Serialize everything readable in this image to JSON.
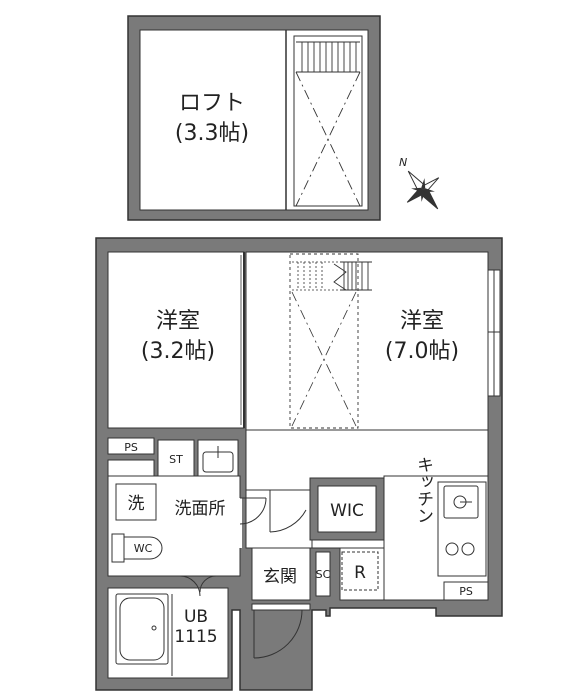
{
  "rooms": {
    "loft": {
      "name": "ロフト",
      "size": "(3.3帖)"
    },
    "western_left": {
      "name": "洋室",
      "size": "(3.2帖)"
    },
    "western_right": {
      "name": "洋室",
      "size": "(7.0帖)"
    },
    "washroom": "洗面所",
    "washer": "洗",
    "toilet": "WC",
    "bath": {
      "name": "UB",
      "size": "1115"
    },
    "entrance": "玄関",
    "shoe_closet": "SC",
    "wic": "WIC",
    "kitchen": "キッチン",
    "refrigerator": "R",
    "storage": "ST",
    "ps_top": "PS",
    "ps_bottom": "PS"
  },
  "compass": {
    "label": "N"
  },
  "colors": {
    "wall": "#7a7a7a",
    "wall_dark": "#333333",
    "line": "#333333",
    "bg": "#ffffff"
  }
}
